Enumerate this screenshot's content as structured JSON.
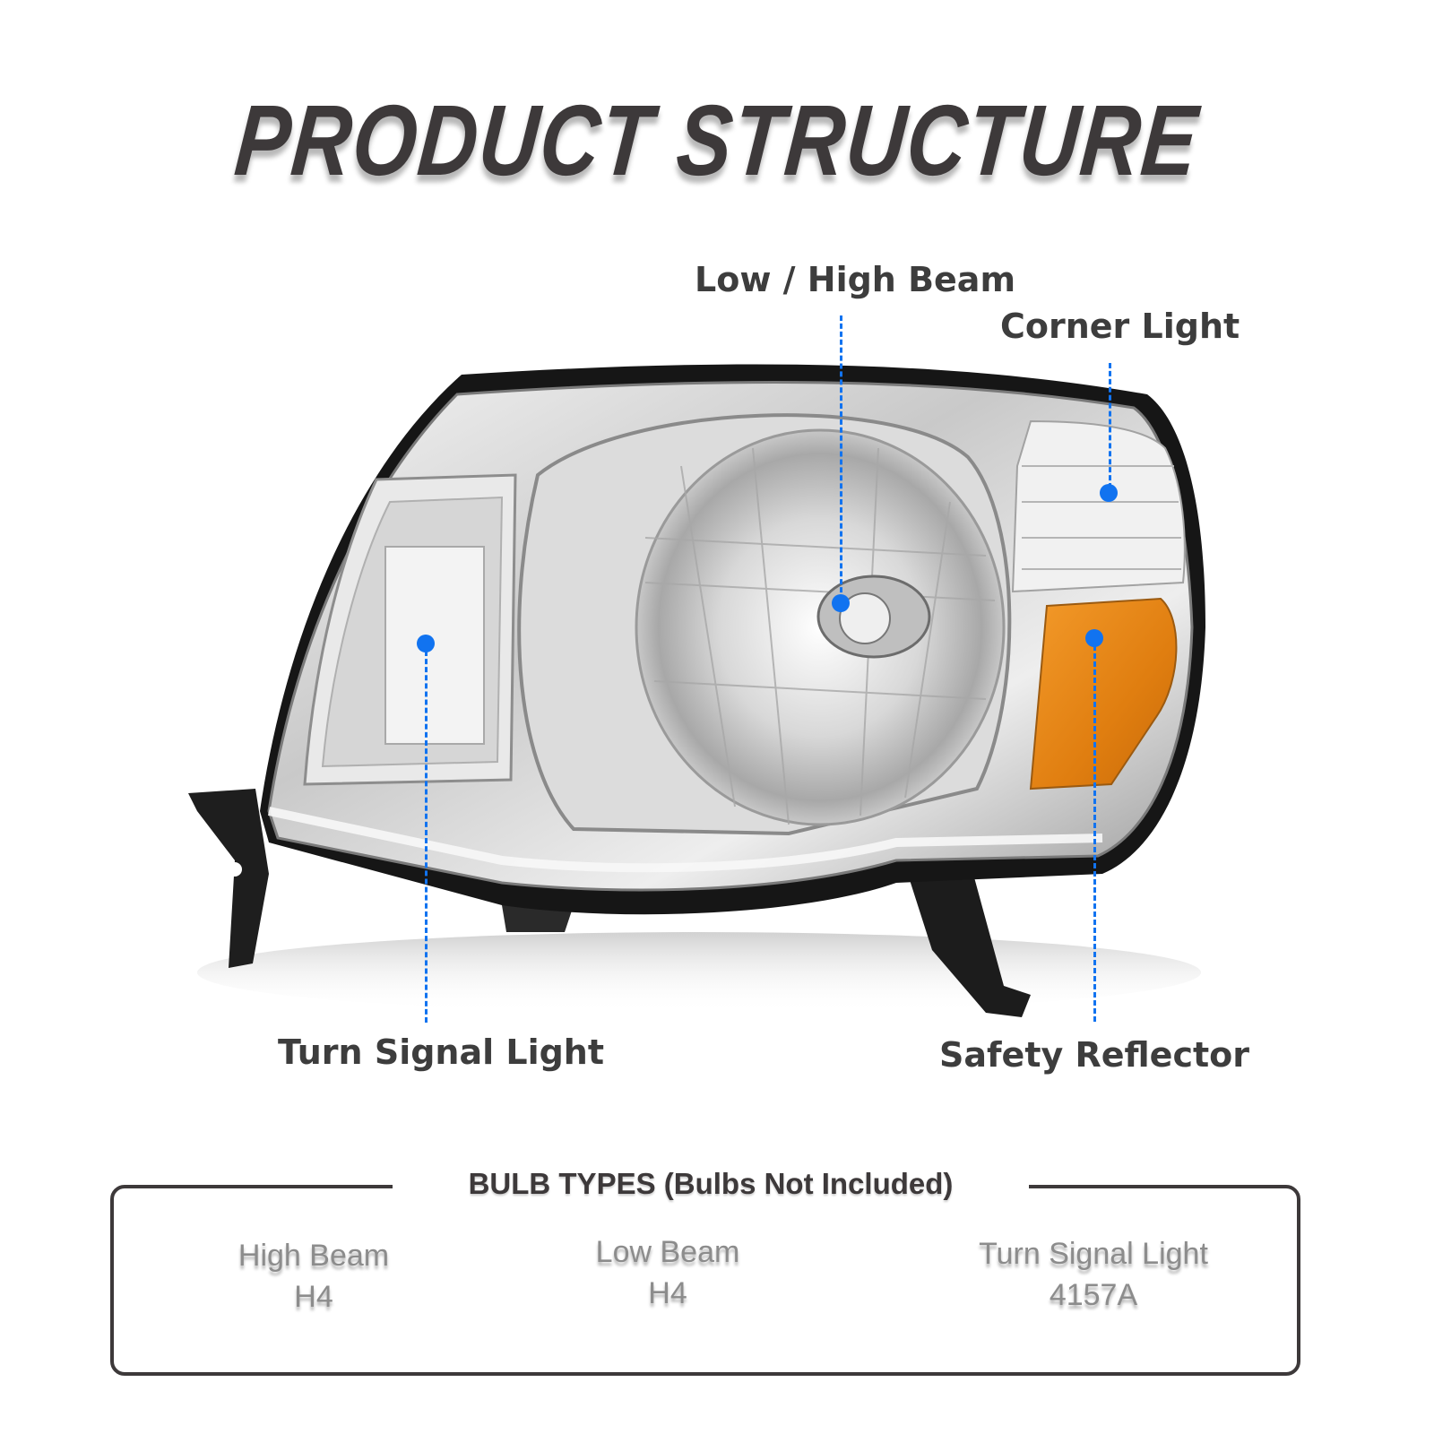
{
  "title": "PRODUCT STRUCTURE",
  "callouts": [
    {
      "id": "low-high-beam",
      "label": "Low / High Beam"
    },
    {
      "id": "corner-light",
      "label": "Corner Light"
    },
    {
      "id": "turn-signal-light",
      "label": "Turn Signal Light"
    },
    {
      "id": "safety-reflector",
      "label": "Safety Reflector"
    }
  ],
  "accent_color": "#1173f0",
  "reflector_color": "#e8870f",
  "bulb_types": {
    "heading": "BULB TYPES (Bulbs Not Included)",
    "items": [
      {
        "name": "High Beam",
        "bulb": "H4"
      },
      {
        "name": "Low Beam",
        "bulb": "H4"
      },
      {
        "name": "Turn Signal Light",
        "bulb": "4157A"
      }
    ]
  }
}
